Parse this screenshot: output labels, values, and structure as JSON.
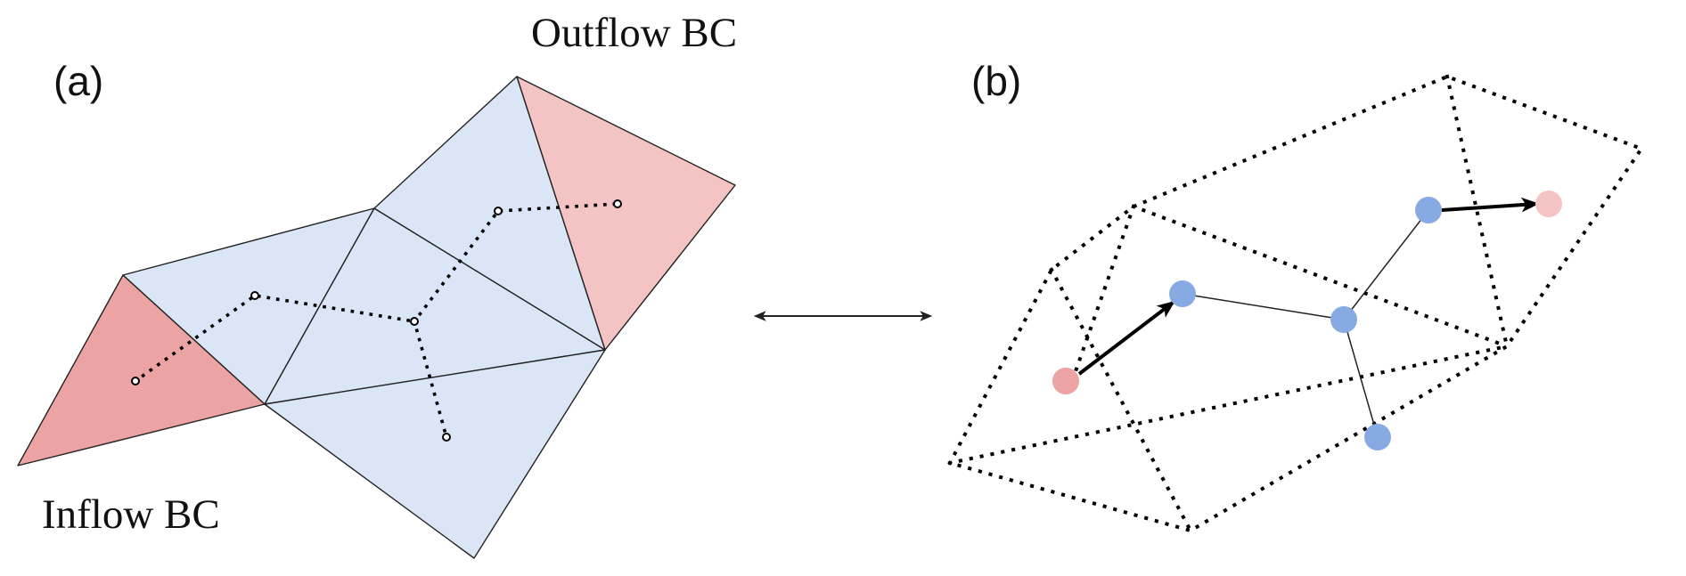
{
  "panels": {
    "a": {
      "label": "(a)",
      "inflow_label": "Inflow BC",
      "outflow_label": "Outflow BC"
    },
    "b": {
      "label": "(b)"
    }
  },
  "colors": {
    "mesh_interior": "#dae6f6",
    "inflow_cell": "#eba3a3",
    "outflow_cell": "#f4c4c4",
    "graph_node_interior": "#88aae2",
    "graph_node_inflow": "#eba3a3",
    "graph_node_outflow": "#f4c4c4",
    "edge": "#222222"
  },
  "connector": {
    "icon": "double-arrow-icon"
  }
}
